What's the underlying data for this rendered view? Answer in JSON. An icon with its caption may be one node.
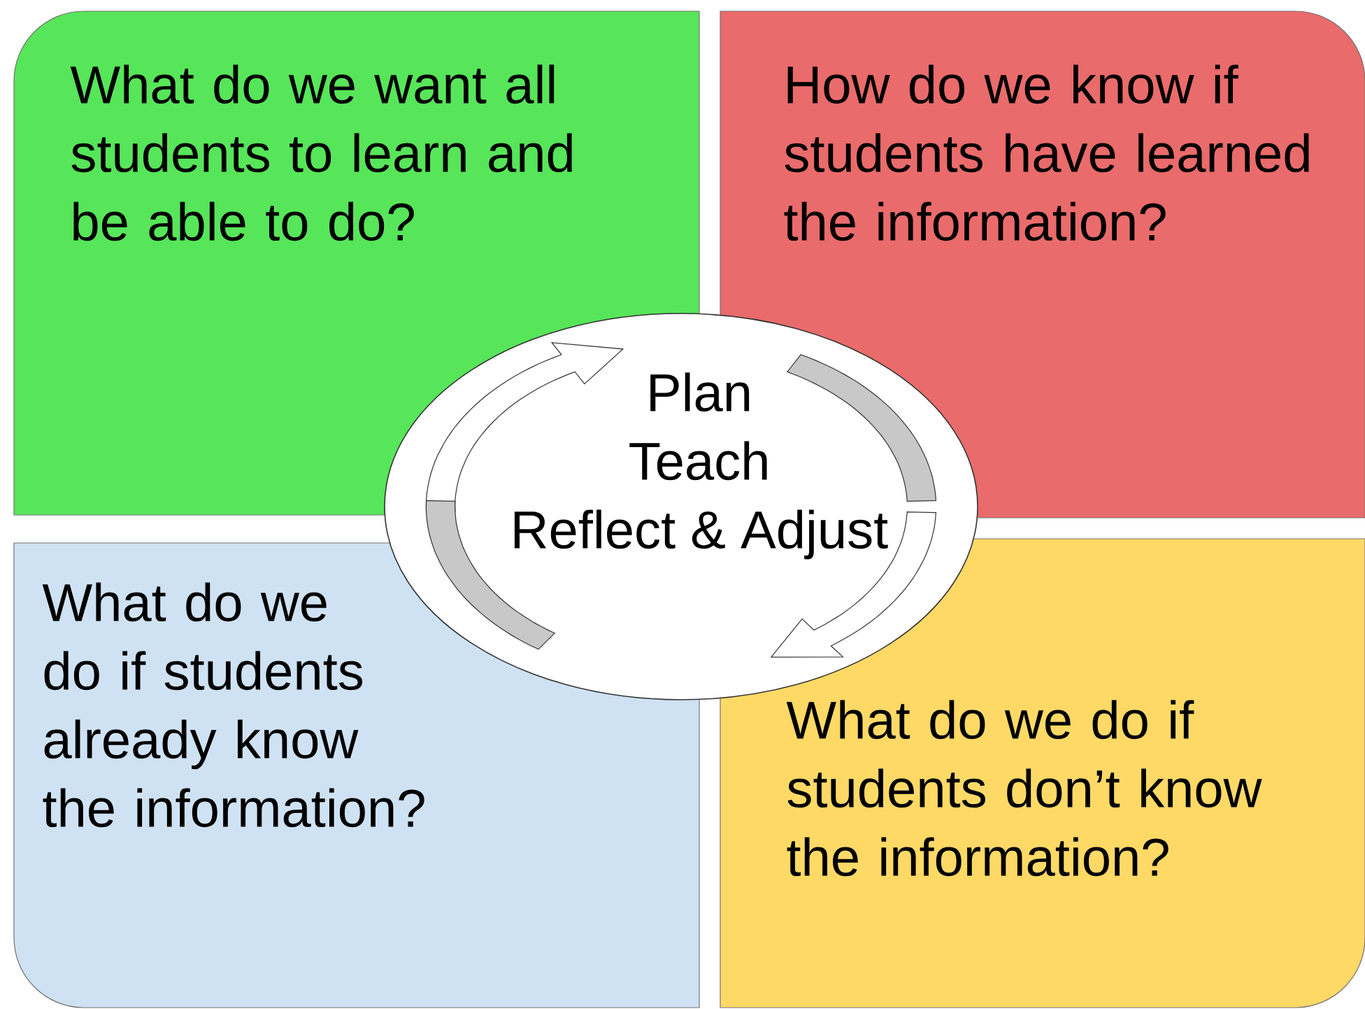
{
  "diagram": {
    "nodes": [
      {
        "text": [
          "What do we want all students to learn and be able to do?"
        ]
      },
      {
        "text": [
          "How do we know if students have learned the information?"
        ]
      },
      {
        "text": [
          "Plan",
          "Teach",
          "Reflect & Adjust"
        ]
      },
      {
        "text": [
          "What do we do if students already know the information?"
        ]
      },
      {
        "text": [
          "What do we do if students don’t know the information?"
        ]
      }
    ]
  }
}
